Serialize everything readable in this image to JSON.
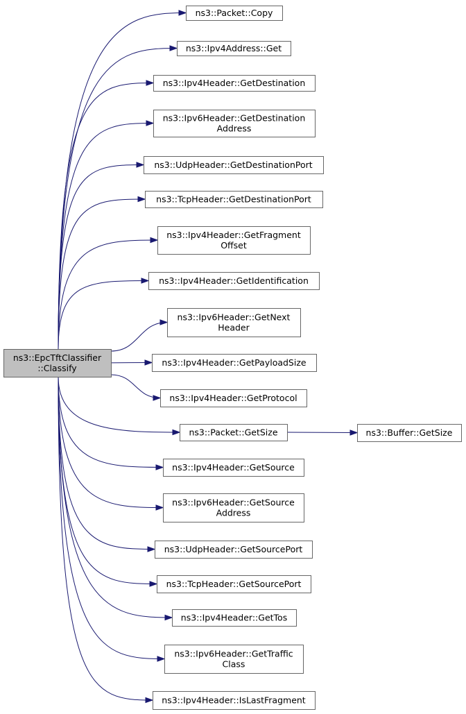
{
  "colors": {
    "root_fill": "#bfbfbf",
    "node_fill": "#ffffff",
    "node_border": "#666666",
    "edge": "#191970"
  },
  "root": {
    "id": "classify",
    "lines": [
      "ns3::EpcTftClassifier",
      "::Classify"
    ]
  },
  "callees": [
    {
      "id": "packet-copy",
      "lines": [
        "ns3::Packet::Copy"
      ]
    },
    {
      "id": "ipv4address-get",
      "lines": [
        "ns3::Ipv4Address::Get"
      ]
    },
    {
      "id": "ipv4header-getdestination",
      "lines": [
        "ns3::Ipv4Header::GetDestination"
      ]
    },
    {
      "id": "ipv6header-getdestinationaddress",
      "lines": [
        "ns3::Ipv6Header::GetDestination",
        "Address"
      ]
    },
    {
      "id": "udpheader-getdestinationport",
      "lines": [
        "ns3::UdpHeader::GetDestinationPort"
      ]
    },
    {
      "id": "tcpheader-getdestinationport",
      "lines": [
        "ns3::TcpHeader::GetDestinationPort"
      ]
    },
    {
      "id": "ipv4header-getfragmentoffset",
      "lines": [
        "ns3::Ipv4Header::GetFragment",
        "Offset"
      ]
    },
    {
      "id": "ipv4header-getidentification",
      "lines": [
        "ns3::Ipv4Header::GetIdentification"
      ]
    },
    {
      "id": "ipv6header-getnextheader",
      "lines": [
        "ns3::Ipv6Header::GetNext",
        "Header"
      ]
    },
    {
      "id": "ipv4header-getpayloadsize",
      "lines": [
        "ns3::Ipv4Header::GetPayloadSize"
      ]
    },
    {
      "id": "ipv4header-getprotocol",
      "lines": [
        "ns3::Ipv4Header::GetProtocol"
      ]
    },
    {
      "id": "packet-getsize",
      "lines": [
        "ns3::Packet::GetSize"
      ]
    },
    {
      "id": "ipv4header-getsource",
      "lines": [
        "ns3::Ipv4Header::GetSource"
      ]
    },
    {
      "id": "ipv6header-getsourceaddress",
      "lines": [
        "ns3::Ipv6Header::GetSource",
        "Address"
      ]
    },
    {
      "id": "udpheader-getsourceport",
      "lines": [
        "ns3::UdpHeader::GetSourcePort"
      ]
    },
    {
      "id": "tcpheader-getsourceport",
      "lines": [
        "ns3::TcpHeader::GetSourcePort"
      ]
    },
    {
      "id": "ipv4header-gettos",
      "lines": [
        "ns3::Ipv4Header::GetTos"
      ]
    },
    {
      "id": "ipv6header-gettrafficclass",
      "lines": [
        "ns3::Ipv6Header::GetTraffic",
        "Class"
      ]
    },
    {
      "id": "ipv4header-islastfragment",
      "lines": [
        "ns3::Ipv4Header::IsLastFragment"
      ]
    }
  ],
  "secondary": [
    {
      "id": "buffer-getsize",
      "lines": [
        "ns3::Buffer::GetSize"
      ],
      "caller": "packet-getsize"
    }
  ]
}
